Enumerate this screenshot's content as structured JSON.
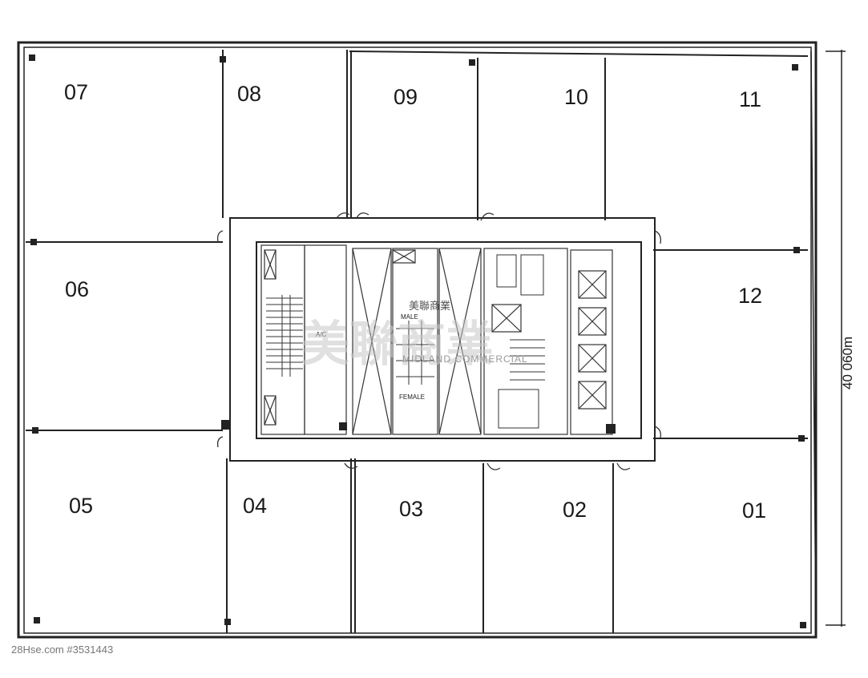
{
  "units": [
    {
      "id": "07",
      "label": "07"
    },
    {
      "id": "08",
      "label": "08"
    },
    {
      "id": "09",
      "label": "09"
    },
    {
      "id": "10",
      "label": "10"
    },
    {
      "id": "11",
      "label": "11"
    },
    {
      "id": "06",
      "label": "06"
    },
    {
      "id": "12",
      "label": "12"
    },
    {
      "id": "05",
      "label": "05"
    },
    {
      "id": "04",
      "label": "04"
    },
    {
      "id": "03",
      "label": "03"
    },
    {
      "id": "02",
      "label": "02"
    },
    {
      "id": "01",
      "label": "01"
    }
  ],
  "core": {
    "ac_label": "A/C",
    "male_label": "MALE",
    "female_label": "FEMALE"
  },
  "dimension": {
    "label": "40 060m"
  },
  "watermark": {
    "chinese": "美聯商業",
    "english": "MIDLAND COMMERCIAL",
    "big_chinese": "美聯商業"
  },
  "footer": {
    "text": "28Hse.com #3531443"
  }
}
